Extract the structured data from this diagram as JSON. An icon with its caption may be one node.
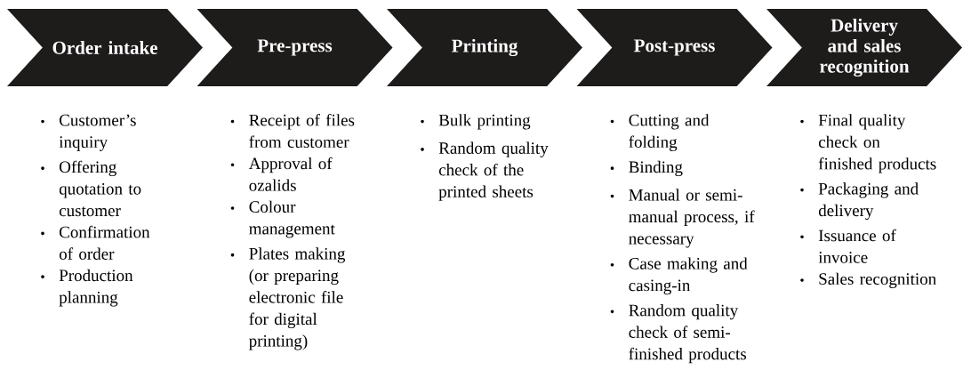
{
  "diagram": {
    "nodes": [
      {
        "text": [
          "Order intake"
        ],
        "beside": [
          "Customer’s inquiry",
          "Offering quotation to customer",
          "Confirmation of order",
          "Production planning"
        ]
      },
      {
        "text": [
          "Pre-press"
        ],
        "beside": [
          "Receipt of files from customer",
          "Approval of ozalids",
          "Colour management",
          "Plates making (or preparing electronic file for digital printing)"
        ]
      },
      {
        "text": [
          "Printing"
        ],
        "beside": [
          "Bulk printing",
          "Random quality check of the printed sheets"
        ]
      },
      {
        "text": [
          "Post-press"
        ],
        "beside": [
          "Cutting and folding",
          "Binding",
          "Manual or semi-manual process, if necessary",
          "Case making and casing-in",
          "Random quality check of semi-finished products"
        ]
      },
      {
        "text": [
          "Delivery and sales recognition"
        ],
        "beside": [
          "Final quality check on finished products",
          "Packaging and delivery",
          "Issuance of invoice",
          "Sales recognition"
        ]
      }
    ],
    "edges": []
  }
}
